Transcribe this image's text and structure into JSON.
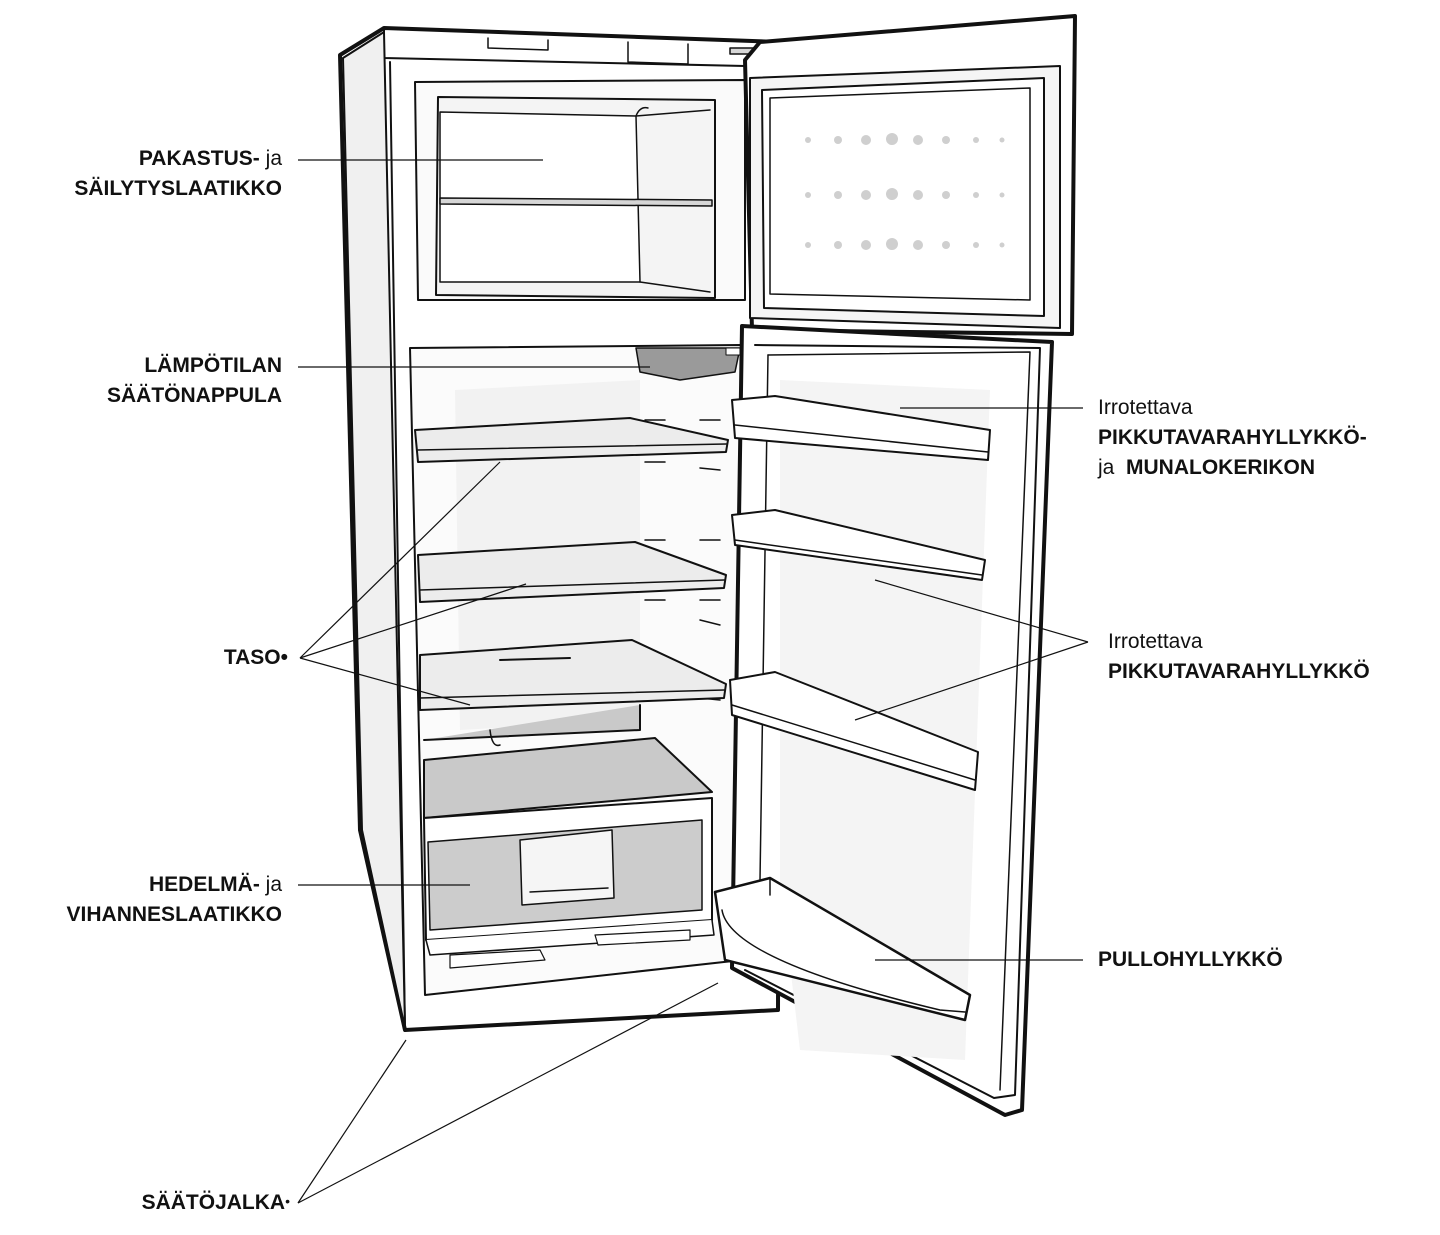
{
  "labels": {
    "freezer": {
      "line1_bold": "PAKASTUS-",
      "line1_normal": " ja",
      "line2_bold": "SÄILYTYSLAATIKKO"
    },
    "thermostat": {
      "line1_bold": "LÄMPÖTILAN",
      "line2_bold": "SÄÄTÖNAPPULA"
    },
    "shelf": {
      "bold": "TASO",
      "marker": "•"
    },
    "crisper": {
      "line1_bold": "HEDELMÄ-",
      "line1_normal": " ja",
      "line2_bold": "VIHANNESLAATIKKO"
    },
    "foot": {
      "bold": "SÄÄTÖJALKA",
      "marker": "•"
    },
    "door_shelf_egg": {
      "line1_normal": "Irrotettava",
      "line2_bold": "PIKKUTAVARAHYLLYKKÖ-",
      "line3_normal": "ja",
      "line3_bold": "  MUNALOKERIKON"
    },
    "door_shelf": {
      "line1_normal": "Irrotettava",
      "line2_bold": "PIKKUTAVARAHYLLYKKÖ"
    },
    "bottle": {
      "bold": "PULLOHYLLYKKÖ"
    }
  },
  "colors": {
    "ink": "#111111",
    "fill_light": "#f2f2f2",
    "fill_mid": "#d6d6d6",
    "fill_dark": "#9a9a9a"
  }
}
